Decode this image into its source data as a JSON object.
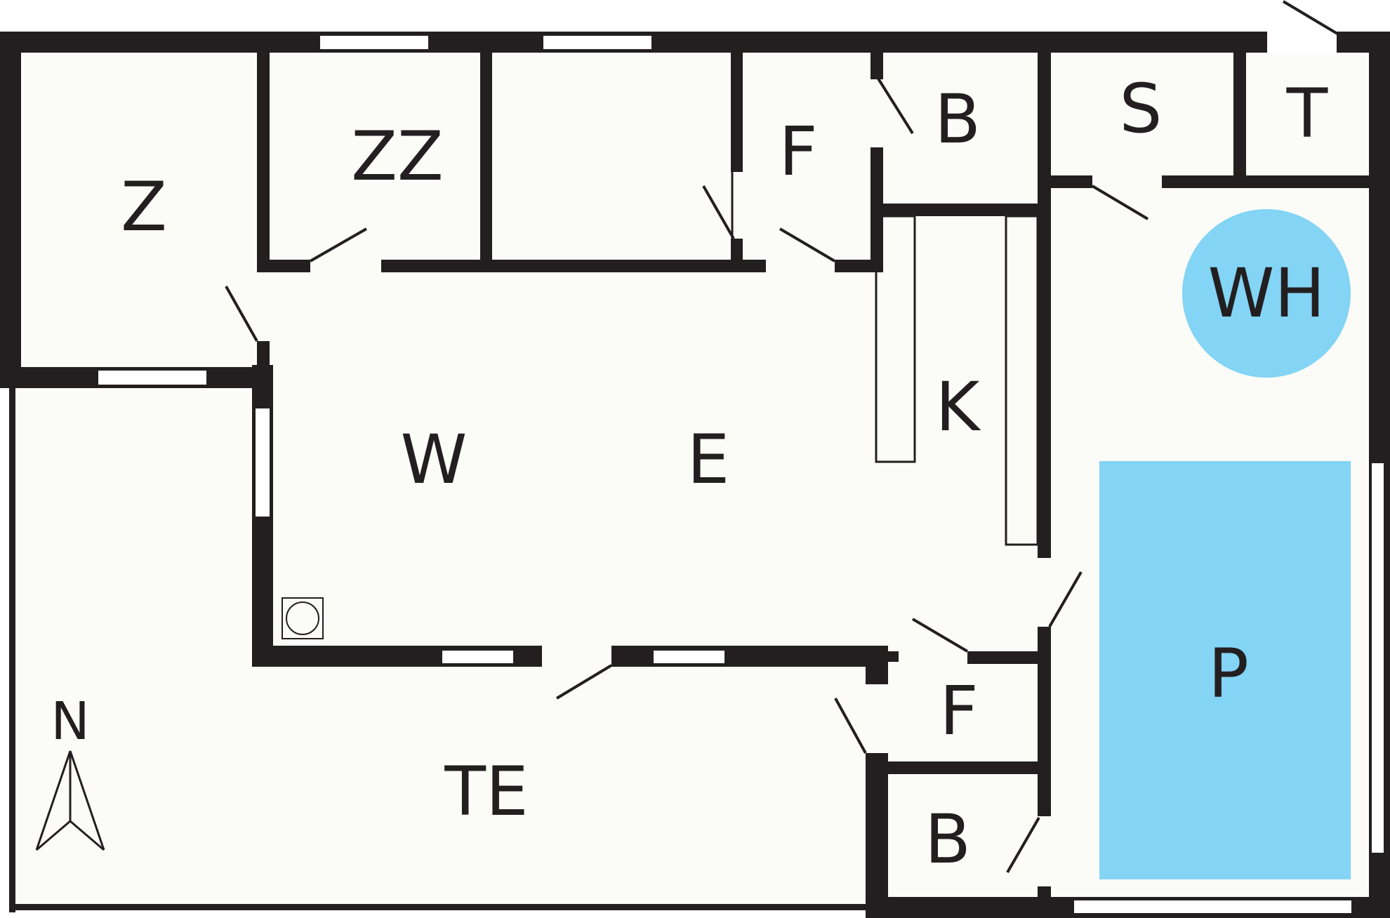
{
  "rooms": {
    "z": "Z",
    "zz": "ZZ",
    "f_upper": "F",
    "b_upper": "B",
    "s": "S",
    "t": "T",
    "wh": "WH",
    "k": "K",
    "w": "W",
    "e": "E",
    "p": "P",
    "f_lower": "F",
    "b_lower": "B",
    "te": "TE"
  },
  "compass": {
    "label": "N"
  },
  "colors": {
    "wall": "#231f20",
    "floor": "#fbfbf7",
    "pool": "#83d4f5",
    "whirlpool": "#83d4f5"
  }
}
